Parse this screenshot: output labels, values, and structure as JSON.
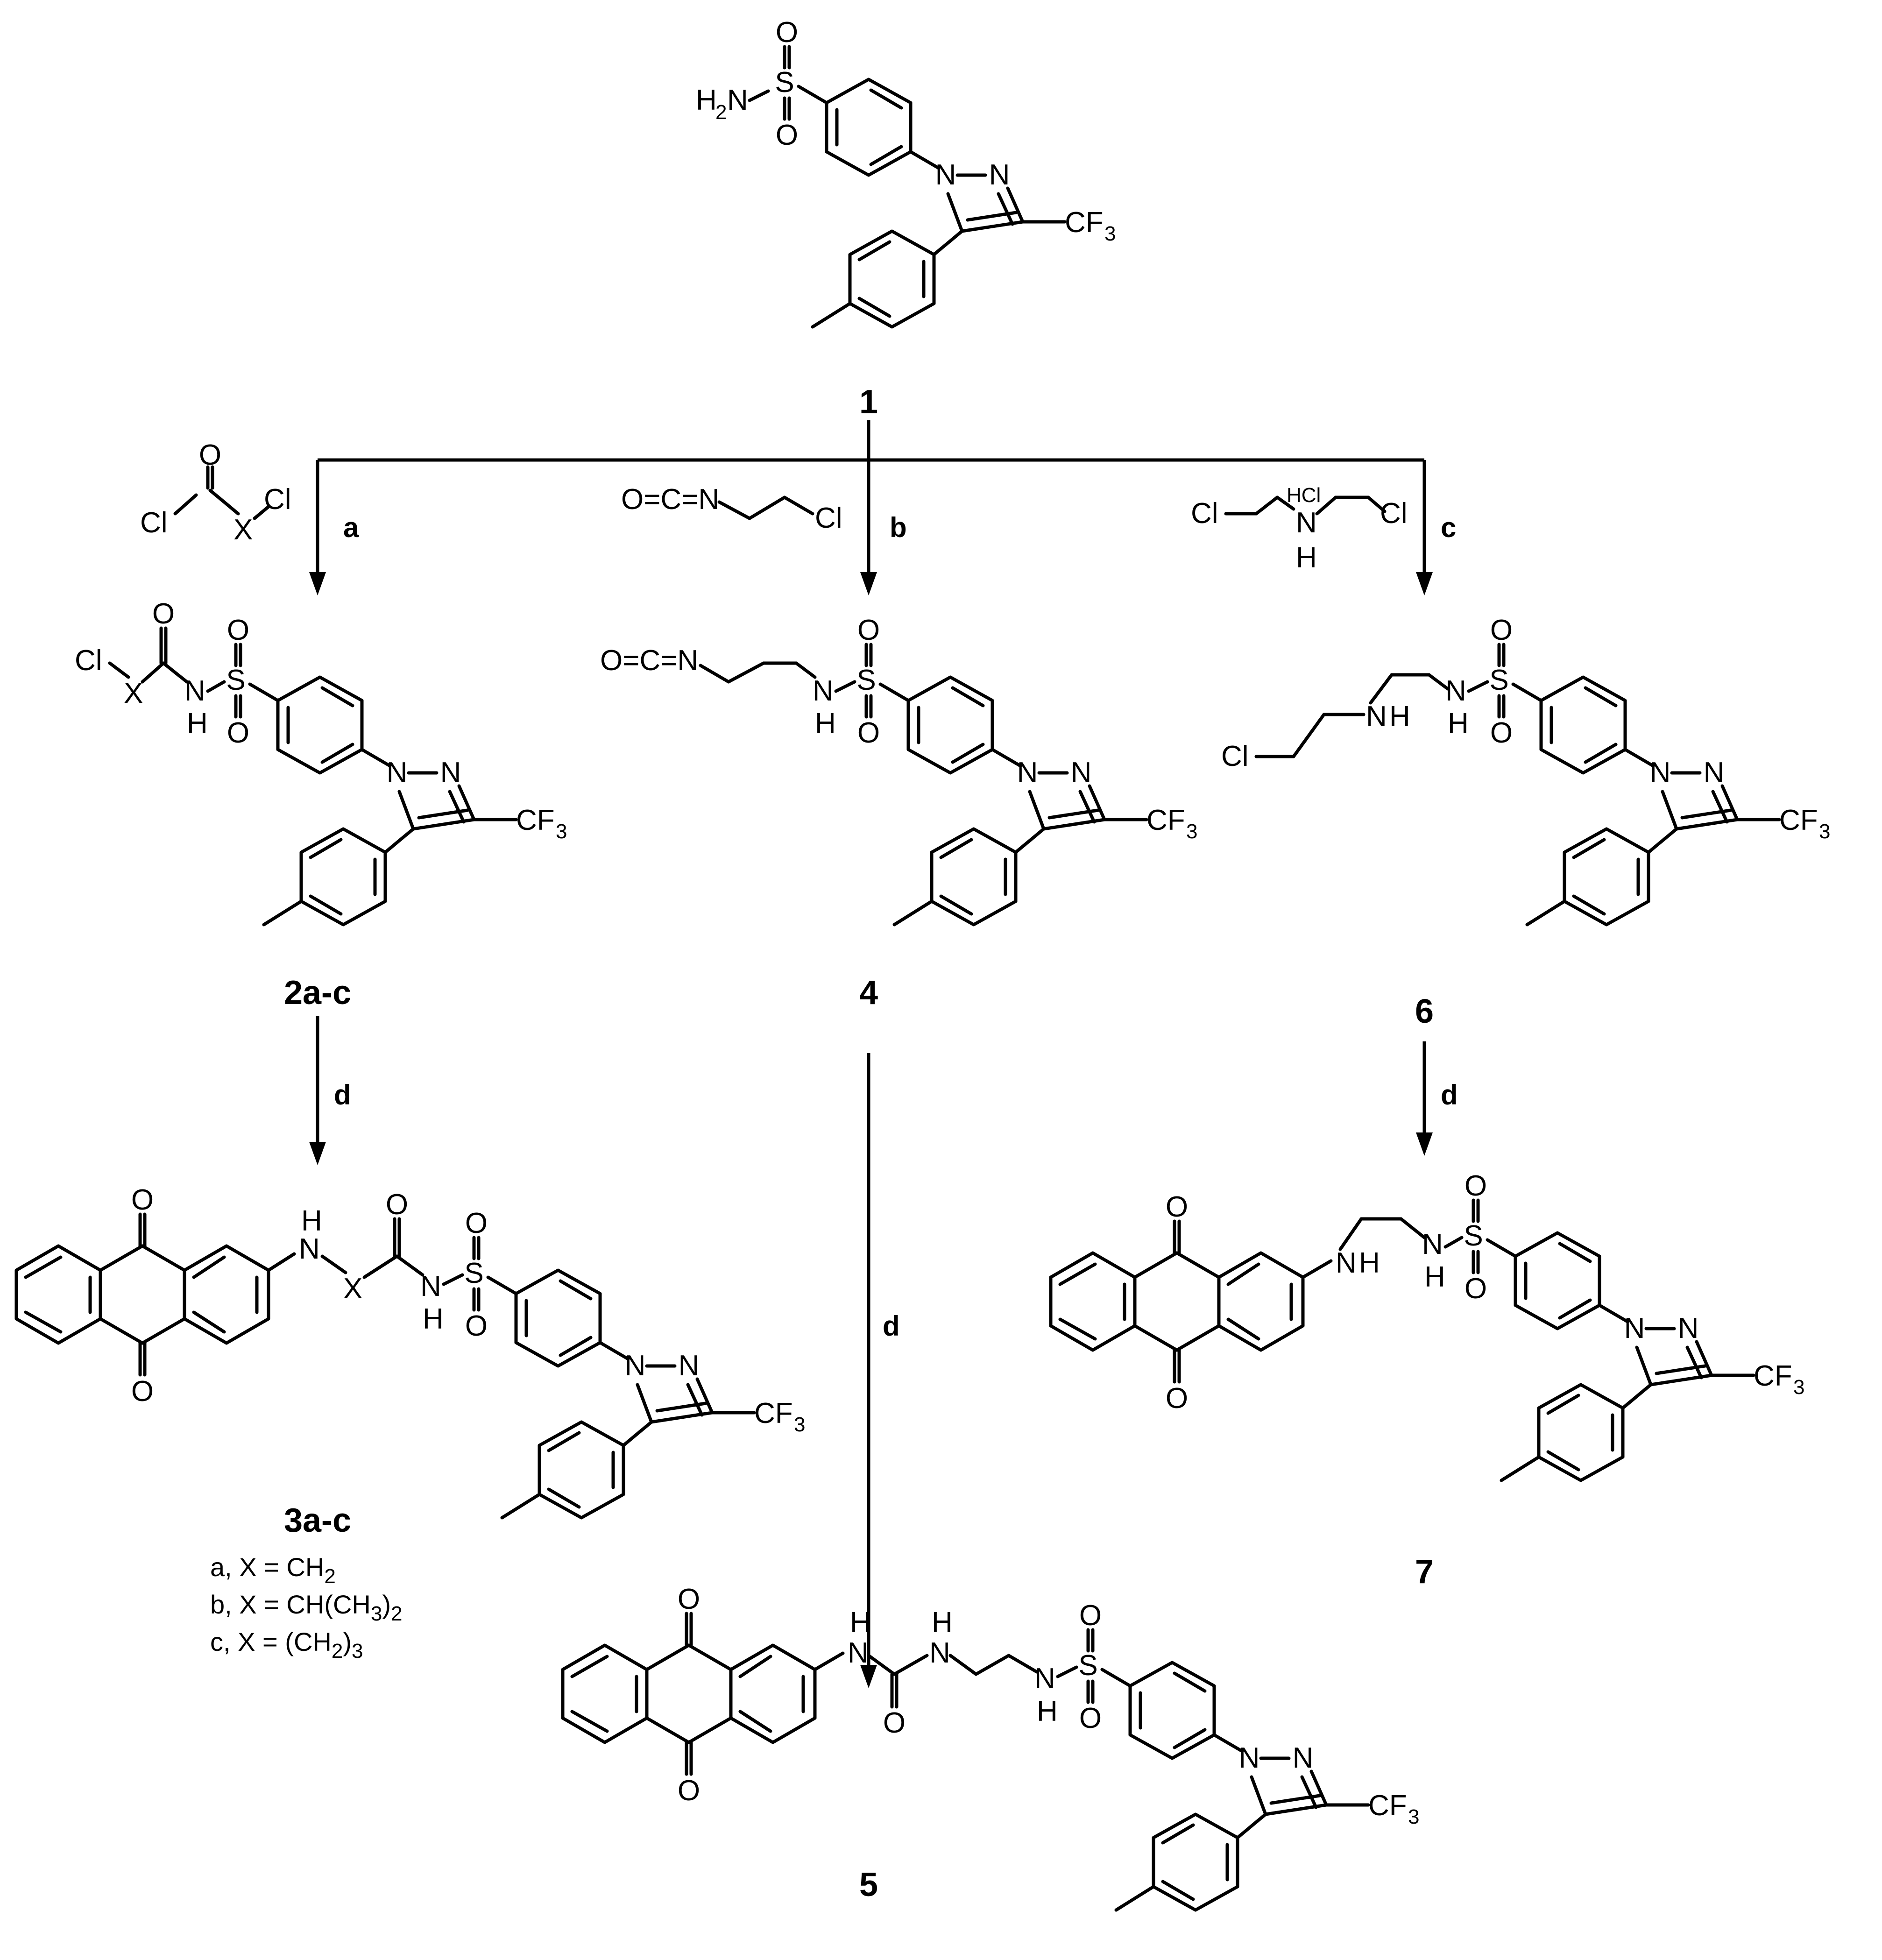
{
  "compounds": {
    "c1": "1",
    "c2": "2a-c",
    "c3": "3a-c",
    "c4": "4",
    "c5": "5",
    "c6": "6",
    "c7": "7"
  },
  "conditions": {
    "a": "a",
    "b": "b",
    "c": "c",
    "d": "d"
  },
  "atoms": {
    "h2n": "H",
    "h2n_sub": "2",
    "h2n_tail": "N",
    "s": "S",
    "o": "O",
    "n": "N",
    "nh_n": "N",
    "nh_h": "H",
    "h": "H",
    "cl": "Cl",
    "x": "X",
    "cf3": "CF",
    "cf3_sub": "3",
    "ocn": "O=C=N",
    "hcl": "HCl"
  },
  "legend": {
    "a_prefix": "a, X = CH",
    "a_sub": "2",
    "b_prefix": "b, X = CH(CH",
    "b_sub1": "3",
    "b_mid": ")",
    "b_sub2": "2",
    "c_prefix": "c, X = (CH",
    "c_sub1": "2",
    "c_mid": ")",
    "c_sub2": "3"
  }
}
